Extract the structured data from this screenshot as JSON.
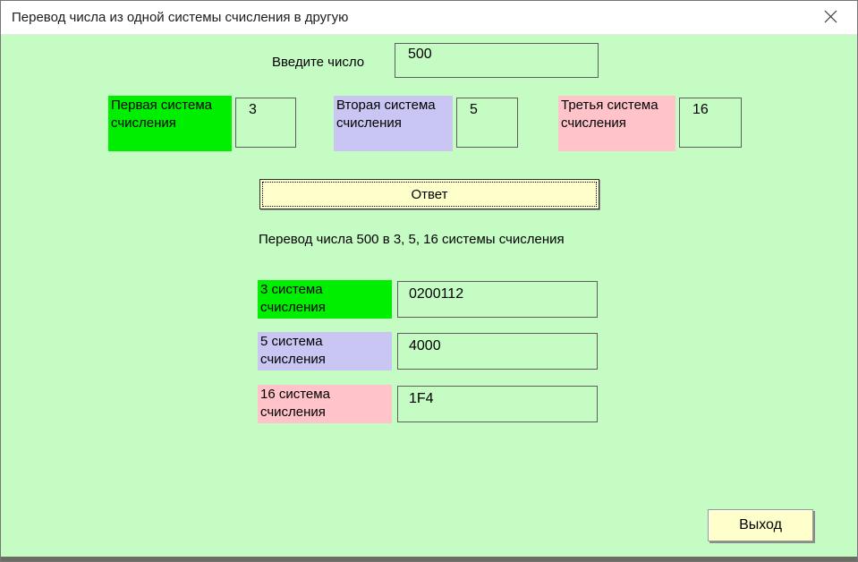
{
  "window": {
    "title": "Перевод числа из одной системы счисления в другую"
  },
  "colors": {
    "form_background": "#c4fcc4",
    "system_1": "#00ee00",
    "system_2": "#cac6f4",
    "system_3": "#ffc3c9",
    "button_background": "#ffffcc"
  },
  "input_section": {
    "prompt": "Введите число",
    "value": "500"
  },
  "systems": [
    {
      "label": "Первая система счисления",
      "value": "3",
      "color": "#00ee00"
    },
    {
      "label": "Вторая система счисления",
      "value": "5",
      "color": "#cac6f4"
    },
    {
      "label": "Третья система счисления",
      "value": "16",
      "color": "#ffc3c9"
    }
  ],
  "answer_button": "Ответ",
  "summary": "Перевод числа 500 в 3, 5, 16 системы счисления",
  "results": [
    {
      "label": "3 система счисления",
      "value": "0200112",
      "color": "#00ee00"
    },
    {
      "label": "5 система счисления",
      "value": "4000",
      "color": "#cac6f4"
    },
    {
      "label": "16 система счисления",
      "value": "1F4",
      "color": "#ffc3c9"
    }
  ],
  "exit_button": "Выход"
}
